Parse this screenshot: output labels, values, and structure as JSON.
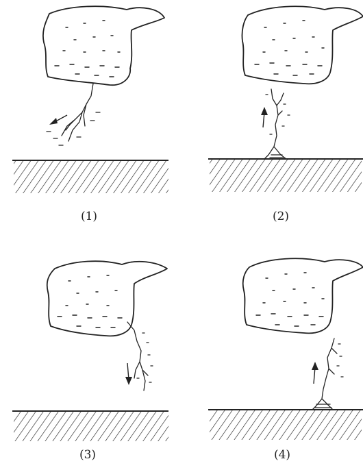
{
  "panels": [
    {
      "id": "panel-1",
      "caption": "(1)",
      "leader": "downward-stepped-leader",
      "arrow": "down-left"
    },
    {
      "id": "panel-2",
      "caption": "(2)",
      "leader": "upward-return-stroke",
      "arrow": "up"
    },
    {
      "id": "panel-3",
      "caption": "(3)",
      "leader": "downward-dart-leader",
      "arrow": "down"
    },
    {
      "id": "panel-4",
      "caption": "(4)",
      "leader": "upward-return-stroke",
      "arrow": "up"
    }
  ],
  "colors": {
    "ink": "#222222",
    "background": "#ffffff"
  }
}
